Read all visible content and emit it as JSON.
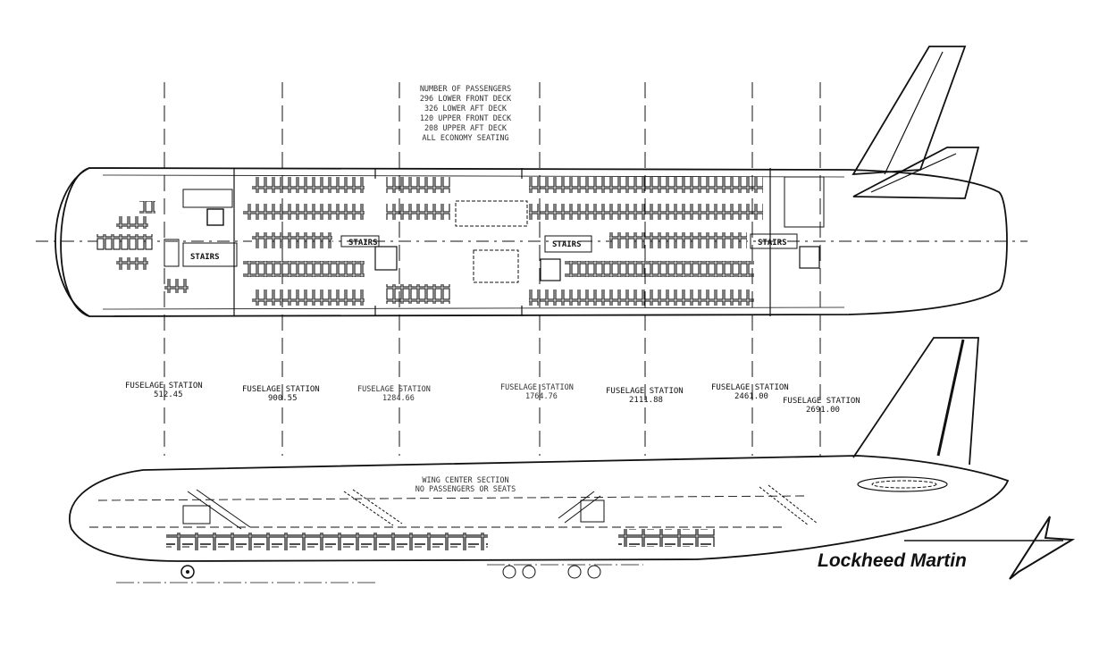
{
  "passenger_note": [
    "NUMBER OF PASSENGERS",
    "296 LOWER FRONT DECK",
    "326 LOWER AFT DECK",
    "120 UPPER FRONT DECK",
    "208 UPPER AFT DECK",
    "ALL ECONOMY SEATING"
  ],
  "stairs_label": "STAIRS",
  "stations": [
    {
      "label": "FUSELAGE STATION",
      "value": "512.45"
    },
    {
      "label": "FUSELAGE STATION",
      "value": "900.55"
    },
    {
      "label": "FUSELAGE STATION",
      "value": "1284.66"
    },
    {
      "label": "FUSELAGE STATION",
      "value": "1764.76"
    },
    {
      "label": "FUSELAGE STATION",
      "value": "2111.88"
    },
    {
      "label": "FUSELAGE STATION",
      "value": "2461.00"
    },
    {
      "label": "FUSELAGE STATION",
      "value": "2691.00"
    }
  ],
  "wing_note": [
    "WING CENTER SECTION",
    "NO PASSENGERS OR SEATS"
  ],
  "logo": {
    "text": "Lockheed Martin"
  }
}
